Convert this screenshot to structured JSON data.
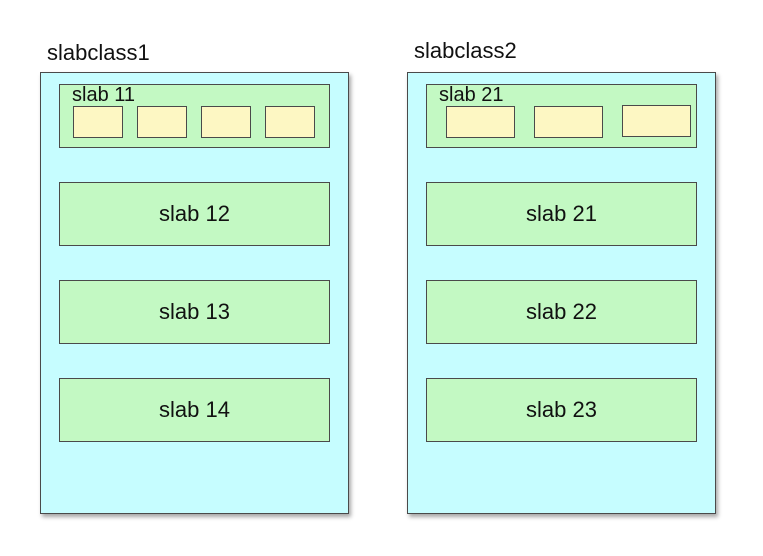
{
  "slabclasses": [
    {
      "title": "slabclass1",
      "first_slab": {
        "label": "slab 11",
        "chunk_count": 4
      },
      "slabs": [
        {
          "label": "slab 12"
        },
        {
          "label": "slab 13"
        },
        {
          "label": "slab 14"
        }
      ]
    },
    {
      "title": "slabclass2",
      "first_slab": {
        "label": "slab 21",
        "chunk_count": 3
      },
      "slabs": [
        {
          "label": "slab 21"
        },
        {
          "label": "slab 22"
        },
        {
          "label": "slab 23"
        }
      ]
    }
  ],
  "colors": {
    "slabclass_fill": "#c6fdff",
    "slab_fill": "#c3f9c3",
    "chunk_fill": "#fdf7c3",
    "border": "#4a4a4a"
  }
}
